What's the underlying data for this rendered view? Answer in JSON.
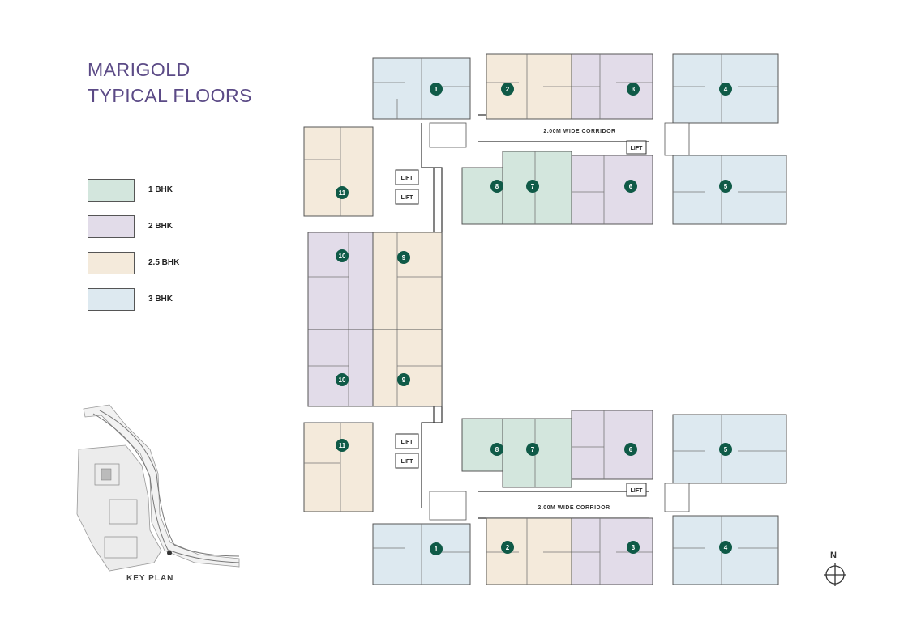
{
  "title": {
    "line1": "MARIGOLD",
    "line2": "TYPICAL FLOORS"
  },
  "legend": [
    {
      "label": "1 BHK",
      "color": "#d3e6dd"
    },
    {
      "label": "2 BHK",
      "color": "#e2dce9"
    },
    {
      "label": "2.5 BHK",
      "color": "#f4eadb"
    },
    {
      "label": "3 BHK",
      "color": "#dde9f0"
    }
  ],
  "key_plan": {
    "label": "KEY PLAN"
  },
  "north": {
    "label": "N"
  },
  "plan": {
    "corridor_top": "2.00M WIDE CORRIDOR",
    "corridor_bottom": "2.00M WIDE CORRIDOR",
    "lift_label": "LIFT",
    "badge_color": "#0f5a47",
    "units": [
      "1",
      "2",
      "3",
      "4",
      "5",
      "6",
      "7",
      "8",
      "9",
      "10",
      "11"
    ]
  }
}
